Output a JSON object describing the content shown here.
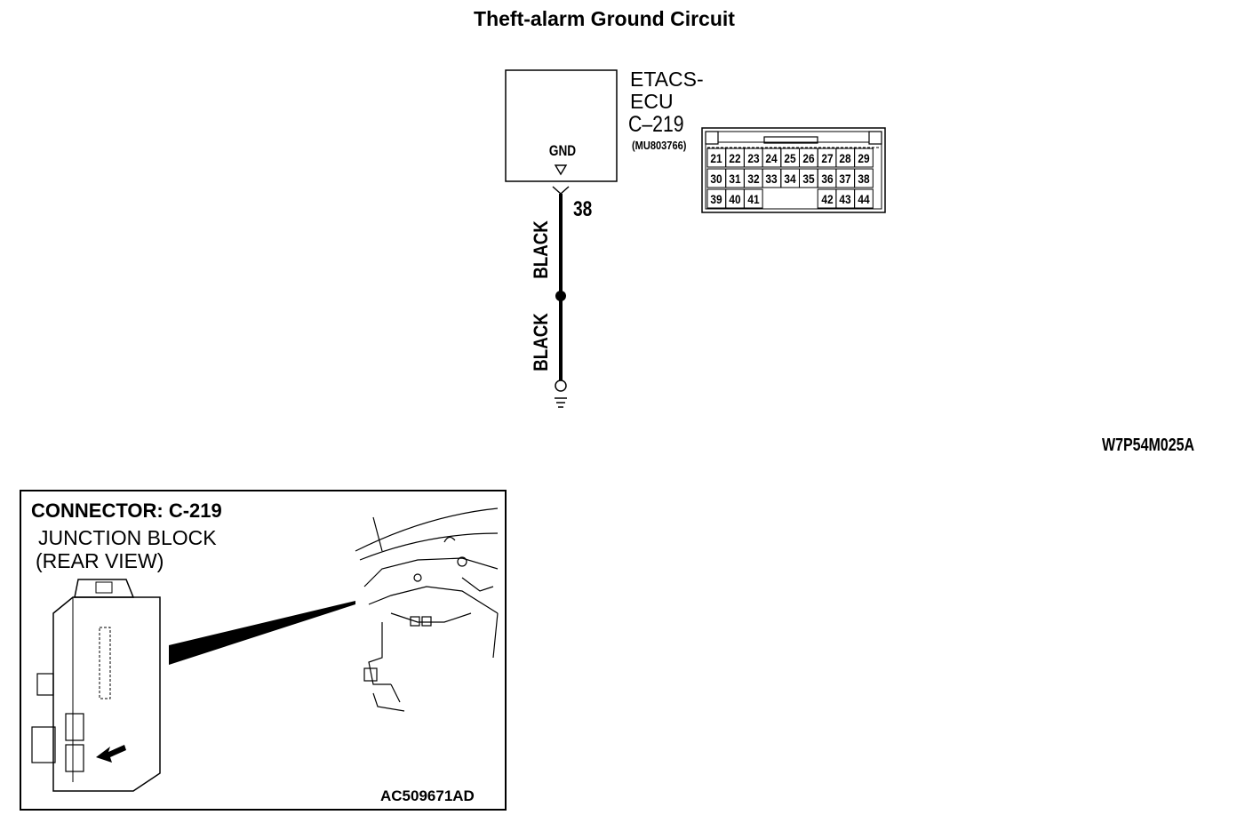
{
  "title": "Theft-alarm Ground Circuit",
  "ecu": {
    "name_line1": "ETACS-",
    "name_line2": "ECU",
    "connector": "C–219",
    "part_number": "(MU803766)",
    "terminal_label": "GND",
    "pin_number": "38"
  },
  "wires": [
    {
      "color": "BLACK"
    },
    {
      "color": "BLACK"
    }
  ],
  "connector_face": {
    "rows": [
      [
        "21",
        "22",
        "23",
        "24",
        "25",
        "26",
        "27",
        "28",
        "29"
      ],
      [
        "30",
        "31",
        "32",
        "33",
        "34",
        "35",
        "36",
        "37",
        "38"
      ],
      [
        "39",
        "40",
        "41",
        "",
        "",
        "",
        "42",
        "43",
        "44"
      ]
    ]
  },
  "diagram_code": "W7P54M025A",
  "location_figure": {
    "title": "CONNECTOR: C-219",
    "subtitle1": "JUNCTION BLOCK",
    "subtitle2": "(REAR VIEW)",
    "figure_code": "AC509671AD"
  }
}
